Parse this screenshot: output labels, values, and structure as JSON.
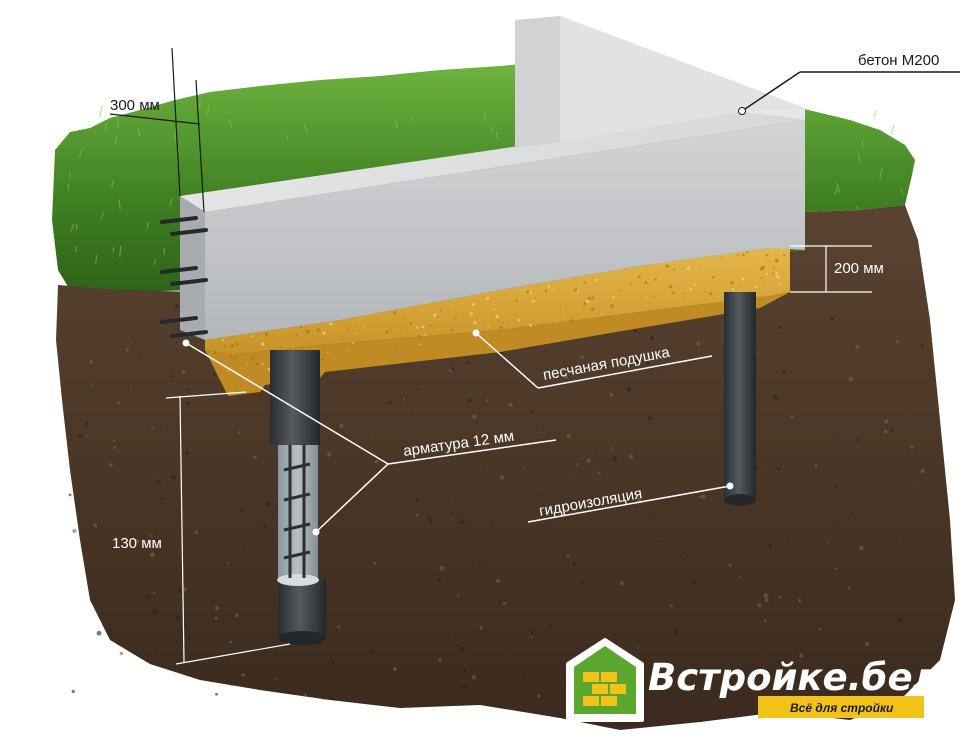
{
  "labels": {
    "concrete": "бетон М200",
    "width": "300 мм",
    "sand_height": "200 мм",
    "sand_cushion": "песчаная подушка",
    "rebar": "арматура 12 мм",
    "waterproofing": "гидроизоляция",
    "pile_depth": "130 мм"
  },
  "logo": {
    "name": "Встройке.бел",
    "tagline": "Всё для стройки"
  },
  "colors": {
    "grass": "#4f8f2a",
    "soil": "#4a3626",
    "concrete": "#c6c8ca",
    "sand": "#d9a93a",
    "pile": "#34383c",
    "logo_green": "#5aa62e",
    "logo_yellow": "#f2c21b"
  }
}
